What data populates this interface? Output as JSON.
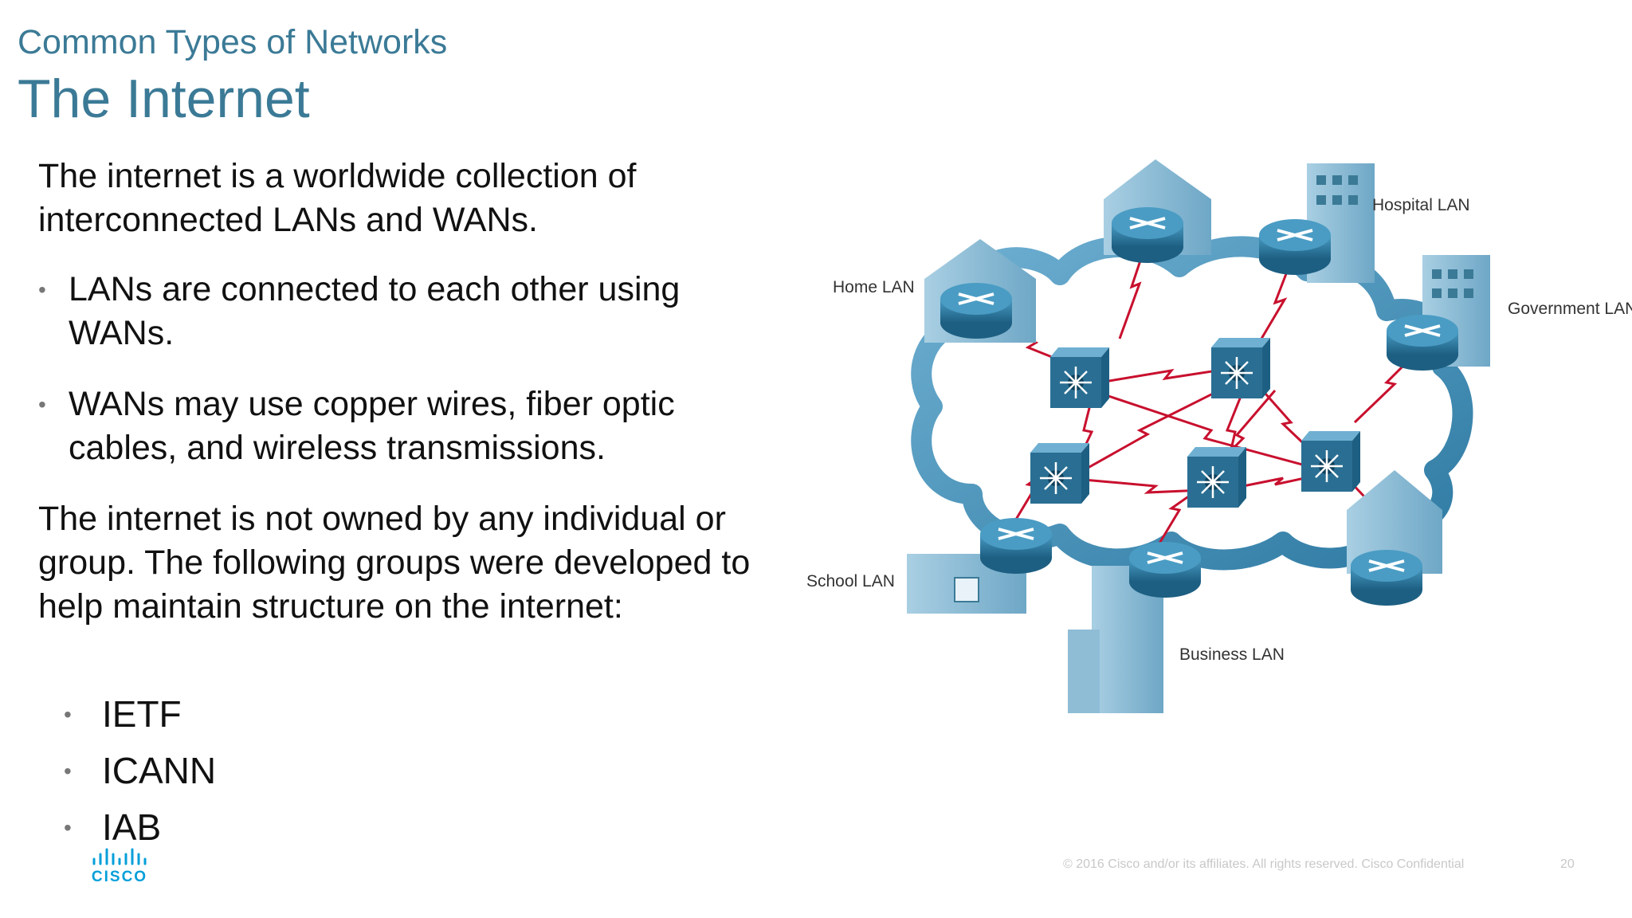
{
  "header": {
    "section_title": "Common Types of Networks",
    "page_title": "The Internet"
  },
  "body": {
    "intro": "The internet is a worldwide collection of interconnected LANs and WANs.",
    "bullets": [
      "LANs are connected to each other using WANs.",
      "WANs may use copper wires, fiber optic cables, and wireless transmissions."
    ],
    "ownership": "The internet is not owned by any individual or group. The following groups were developed to help maintain structure on the internet:",
    "groups": [
      "IETF",
      "ICANN",
      "IAB"
    ]
  },
  "diagram": {
    "labels": {
      "home": "Home LAN",
      "hospital": "Hospital LAN",
      "government": "Government LAN",
      "school": "School LAN",
      "business": "Business LAN"
    }
  },
  "footer": {
    "copyright": "© 2016  Cisco and/or its affiliates. All rights reserved.   Cisco Confidential",
    "page_number": "20"
  },
  "colors": {
    "title": "#3b7a96",
    "cloud": "#4a8eb2",
    "router": "#2a6f93",
    "wan_link": "#c8102e",
    "cisco_logo": "#049fd9"
  }
}
